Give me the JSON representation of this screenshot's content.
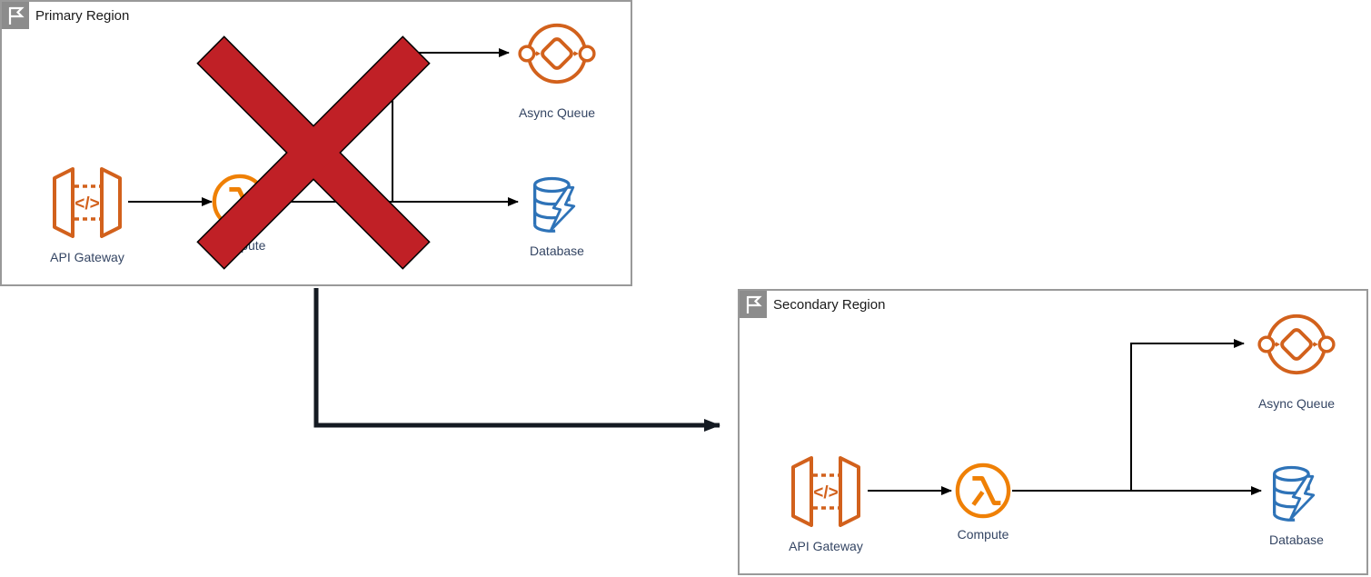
{
  "regions": [
    {
      "title": "Primary Region",
      "status": "failed",
      "nodes": [
        {
          "label": "API Gateway"
        },
        {
          "label": "Compute"
        },
        {
          "label": "Async Queue"
        },
        {
          "label": "Database"
        }
      ]
    },
    {
      "title": "Secondary Region",
      "status": "active",
      "nodes": [
        {
          "label": "API Gateway"
        },
        {
          "label": "Compute"
        },
        {
          "label": "Async Queue"
        },
        {
          "label": "Database"
        }
      ]
    }
  ],
  "icons": {
    "api_gateway_glyph": "</>"
  },
  "colors": {
    "region_border": "#999999",
    "region_fill": "#ffffff",
    "flag_background": "#8c8c8c",
    "flag_glyph": "#ffffff",
    "gateway_queue_orange": "#d2611c",
    "lambda_orange": "#ef8005",
    "database_blue": "#2e73b8",
    "label_text": "#344563",
    "title_text": "#1a1a1a",
    "connector_black": "#000000",
    "failover_arrow_dark": "#141a22",
    "failure_cross_red": "#c02026",
    "failure_cross_outline": "#000000"
  }
}
